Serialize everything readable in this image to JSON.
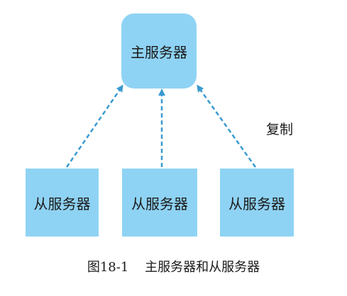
{
  "colors": {
    "node_fill": "#8fd3f4",
    "arrow": "#3a9ad0",
    "text": "#1a1a1a"
  },
  "diagram": {
    "master": {
      "label": "主服务器"
    },
    "slaves": [
      {
        "label": "从服务器"
      },
      {
        "label": "从服务器"
      },
      {
        "label": "从服务器"
      }
    ],
    "edge_label": "复制"
  },
  "caption": "图18-1    主服务器和从服务器"
}
